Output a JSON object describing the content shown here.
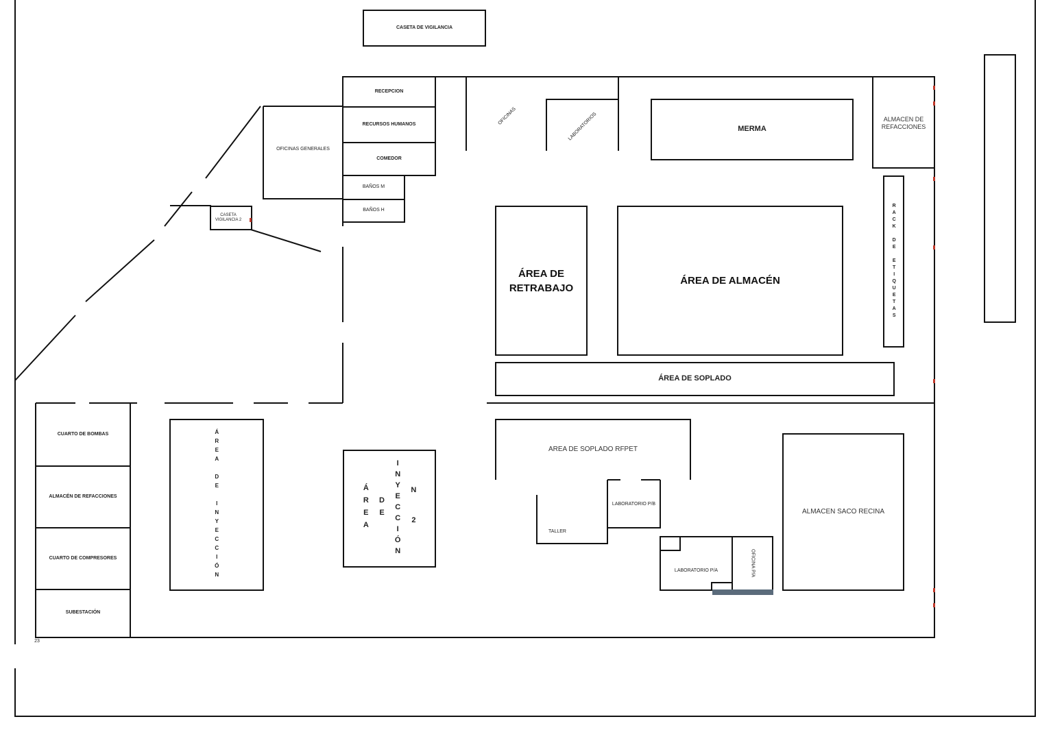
{
  "rooms": {
    "caseta_vigilancia": "CASETA DE VIGILANCIA",
    "recepcion": "RECEPCION",
    "recursos_humanos": "RECURSOS HUMANOS",
    "comedor": "COMEDOR",
    "banos_m": "BAÑOS M",
    "banos_h": "BAÑOS H",
    "oficinas_generales": "OFICINAS GENERALES",
    "caseta_vigilancia_2": "CASETA VIGILANCIA 2",
    "oficinas": "OFICINAS",
    "laboratorios": "LABORATORIOS",
    "merma": "MERMA",
    "almacen_refacciones_top": "ALMACEN DE REFACCIONES",
    "area_retrabajo": "ÁREA DE RETRABAJO",
    "area_almacen": "ÁREA DE ALMACÉN",
    "rack_etiquetas": "RACK DE ETIQUETAS",
    "area_soplado": "ÁREA DE SOPLADO",
    "cuarto_bombas": "CUARTO DE BOMBAS",
    "almacen_refacciones": "ALMACÉN DE REFACCIONES",
    "cuarto_compresores": "CUARTO DE COMPRESORES",
    "subestacion": "SUBESTACIÓN",
    "area_inyeccion": "ÁREA DE INYECCIÓN",
    "area_inyeccion_2_a": "ÁREA",
    "area_inyeccion_2_b": "DE",
    "area_inyeccion_2_c": "INYECCIÓN",
    "area_inyeccion_2_d": "N 2",
    "area_soplado_rfpet": "AREA DE SOPLADO RFPET",
    "laboratorio_pb": "LABORATORIO P/B",
    "taller": "TALLER",
    "laboratorio_pa": "LABORATORIO P/A",
    "oficina_pa": "OFICINA P/A",
    "almacen_saco_recina": "ALMACEN SACO RECINA",
    "page_number": "23"
  },
  "colors": {
    "line": "#111111",
    "accent_bar": "#5b6b7b",
    "marker": "#c0392b"
  }
}
